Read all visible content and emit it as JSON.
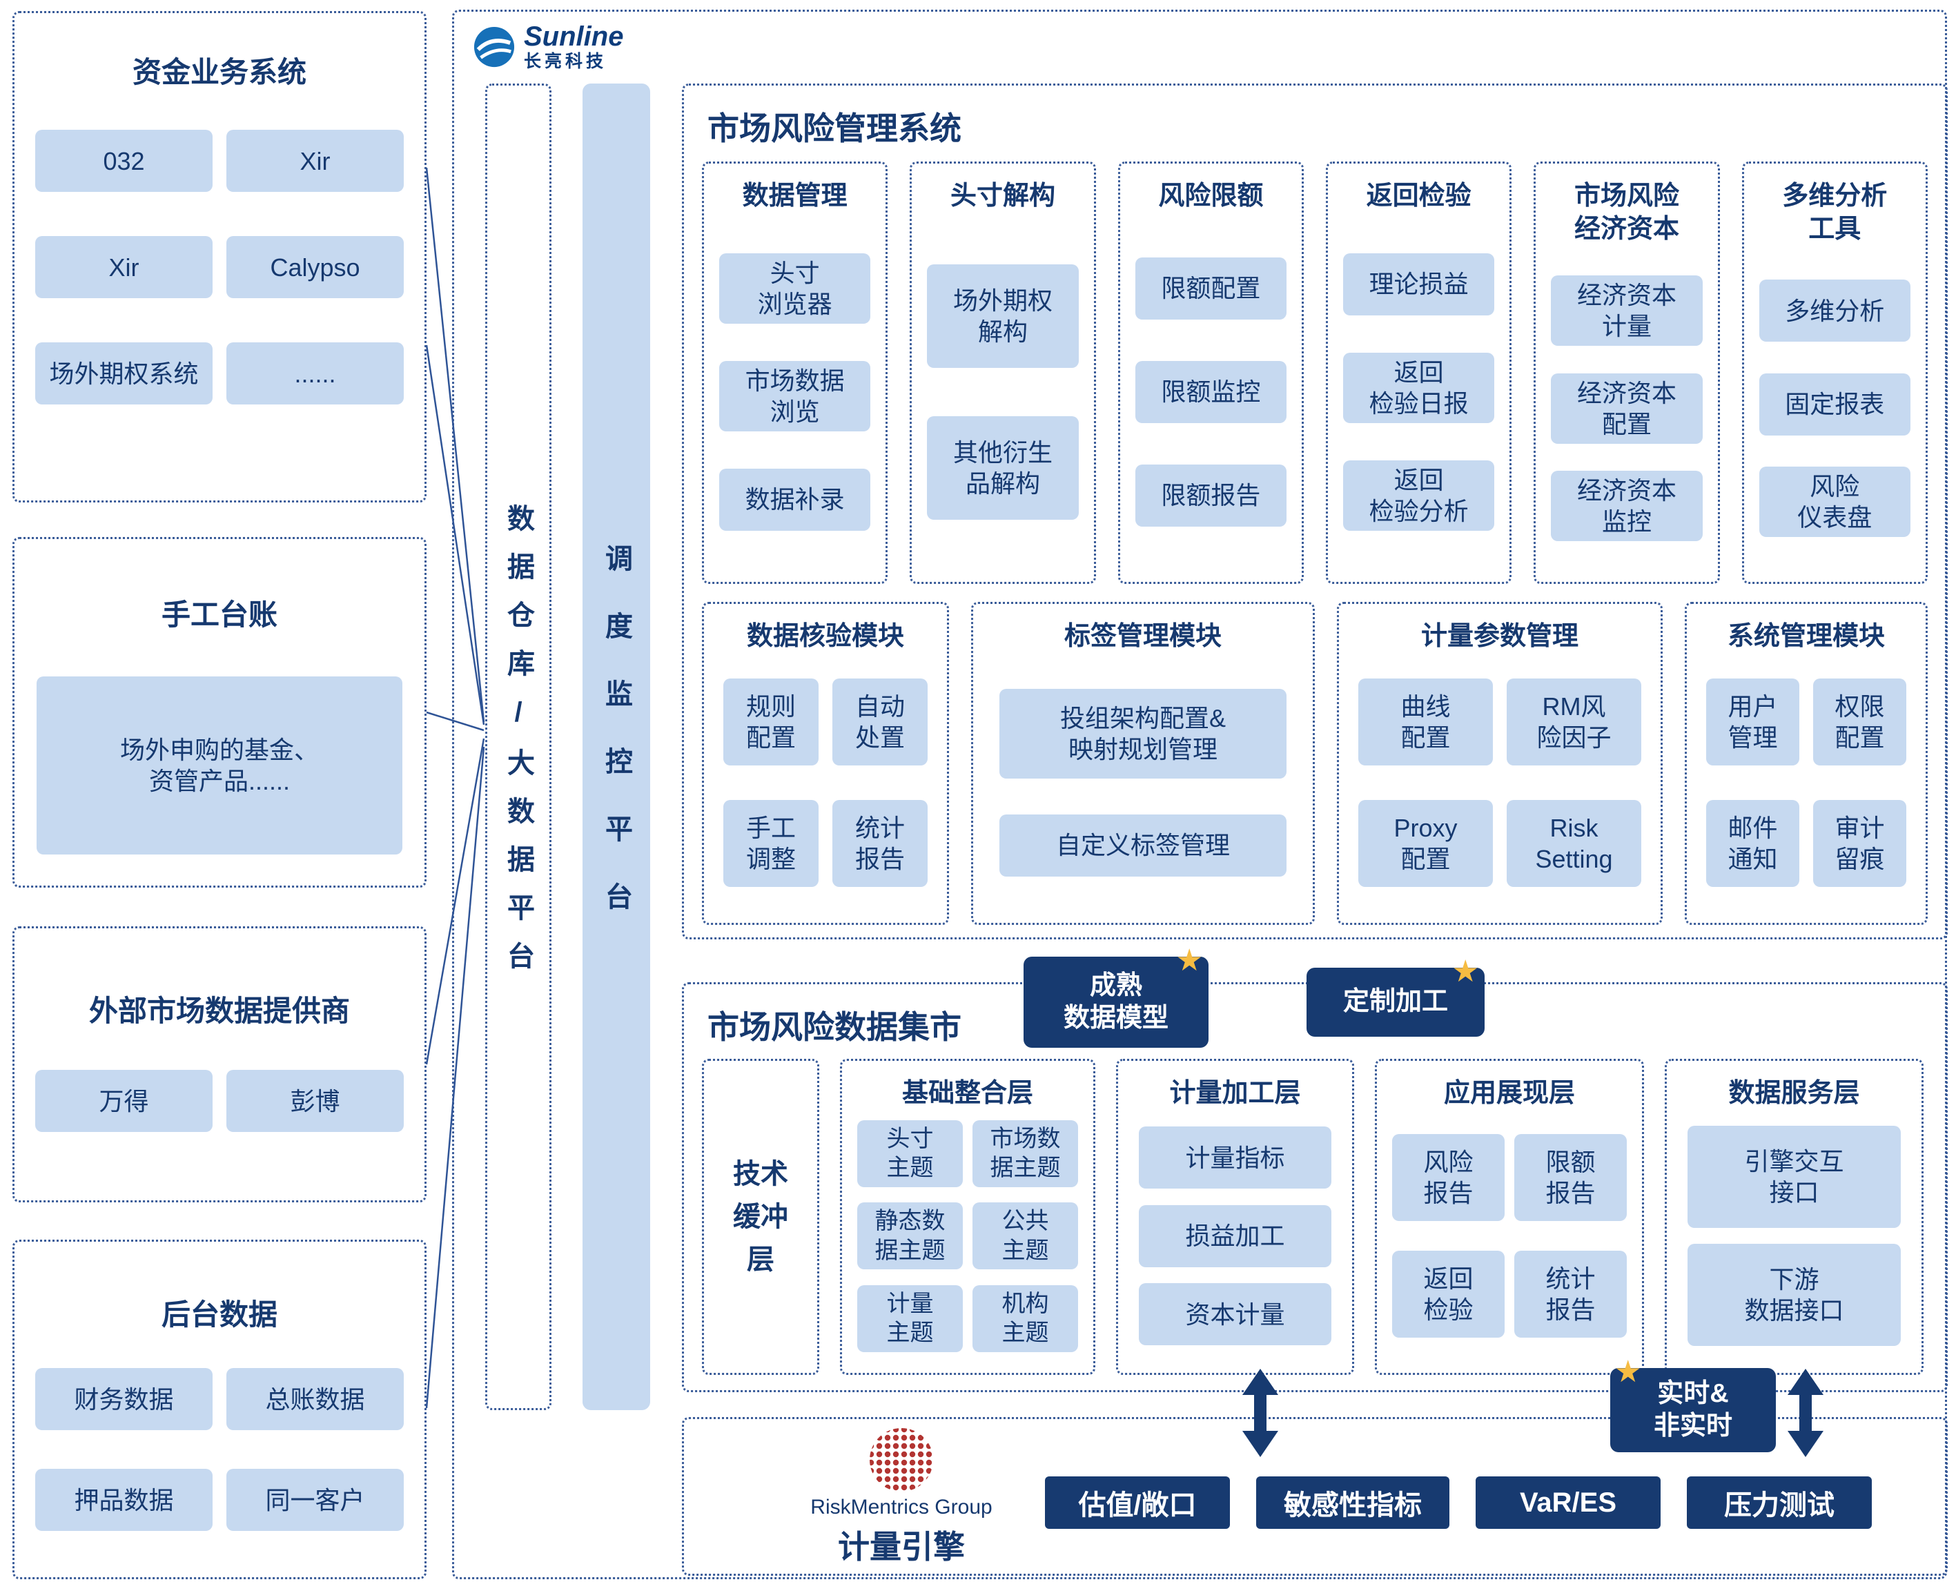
{
  "brand": {
    "name": "Sunline",
    "subtitle": "长亮科技"
  },
  "icons": {
    "star": "★"
  },
  "left_panels": {
    "funds": {
      "title": "资金业务系统",
      "items": [
        "032",
        "Xir",
        "Xir",
        "Calypso",
        "场外期权系统",
        "......"
      ]
    },
    "manual": {
      "title": "手工台账",
      "item": "场外申购的基金、\n资管产品......"
    },
    "external": {
      "title": "外部市场数据提供商",
      "items": [
        "万得",
        "彭博"
      ]
    },
    "backoffice": {
      "title": "后台数据",
      "items": [
        "财务数据",
        "总账数据",
        "押品数据",
        "同一客户"
      ]
    }
  },
  "pillars": {
    "warehouse": "数据仓库/大数据平台",
    "scheduler": "调度监控平台"
  },
  "mrm": {
    "title": "市场风险管理系统",
    "columns": [
      {
        "title": "数据管理",
        "items": [
          "头寸\n浏览器",
          "市场数据\n浏览",
          "数据补录"
        ]
      },
      {
        "title": "头寸解构",
        "items": [
          "场外期权\n解构",
          "其他衍生\n品解构"
        ]
      },
      {
        "title": "风险限额",
        "items": [
          "限额配置",
          "限额监控",
          "限额报告"
        ]
      },
      {
        "title": "返回检验",
        "items": [
          "理论损益",
          "返回\n检验日报",
          "返回\n检验分析"
        ]
      },
      {
        "title": "市场风险\n经济资本",
        "items": [
          "经济资本\n计量",
          "经济资本\n配置",
          "经济资本\n监控"
        ]
      },
      {
        "title": "多维分析\n工具",
        "items": [
          "多维分析",
          "固定报表",
          "风险\n仪表盘"
        ]
      }
    ],
    "modules": [
      {
        "title": "数据核验模块",
        "items": [
          "规则\n配置",
          "自动\n处置",
          "手工\n调整",
          "统计\n报告"
        ]
      },
      {
        "title": "标签管理模块",
        "items": [
          "投组架构配置&\n映射规划管理",
          "自定义标签管理"
        ]
      },
      {
        "title": "计量参数管理",
        "items": [
          "曲线\n配置",
          "RM风\n险因子",
          "Proxy\n配置",
          "Risk\nSetting"
        ]
      },
      {
        "title": "系统管理模块",
        "items": [
          "用户\n管理",
          "权限\n配置",
          "邮件\n通知",
          "审计\n留痕"
        ]
      }
    ]
  },
  "datamart": {
    "title": "市场风险数据集市",
    "badge_mature": "成熟\n数据模型",
    "badge_custom": "定制加工",
    "badge_realtime": "实时&\n非实时",
    "buffer": "技术\n缓冲\n层",
    "layers": [
      {
        "title": "基础整合层",
        "items": [
          "头寸\n主题",
          "市场数\n据主题",
          "静态数\n据主题",
          "公共\n主题",
          "计量\n主题",
          "机构\n主题"
        ]
      },
      {
        "title": "计量加工层",
        "items": [
          "计量指标",
          "损益加工",
          "资本计量"
        ]
      },
      {
        "title": "应用展现层",
        "items": [
          "风险\n报告",
          "限额\n报告",
          "返回\n检验",
          "统计\n报告"
        ]
      },
      {
        "title": "数据服务层",
        "items": [
          "引擎交互\n接口",
          "下游\n数据接口"
        ]
      }
    ]
  },
  "engine": {
    "logo_caption": "RiskMentrics Group",
    "title": "计量引擎",
    "buttons": [
      "估值/敞口",
      "敏感性指标",
      "VaR/ES",
      "压力测试"
    ]
  },
  "colors": {
    "navy": "#173a70",
    "light_blue": "#c6d9f0",
    "border": "#3a5c99",
    "logo_red": "#b23431",
    "star": "#f6bc42"
  }
}
